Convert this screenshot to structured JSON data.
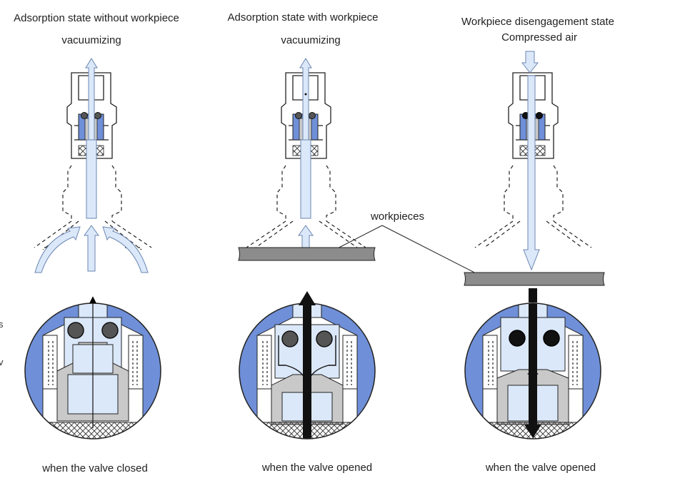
{
  "panels": [
    {
      "title_lines": [
        "Adsorption state without workpiece"
      ],
      "flow_label": "vacuumizing",
      "caption": "when the valve closed"
    },
    {
      "title_lines": [
        "Adsorption state with workpiece"
      ],
      "flow_label": "vacuumizing",
      "caption": "when the valve opened"
    },
    {
      "title_lines": [
        "Workpiece disengagement state",
        "Compressed air"
      ],
      "flow_label": "",
      "caption": "when the valve opened"
    }
  ],
  "workpiece_label": "workpieces",
  "edge_fragments": [
    "s",
    "v"
  ],
  "colors": {
    "flow_fill": "#dbe8fa",
    "flow_stroke": "#6b86b0",
    "valve_blue": "#6f8fd8",
    "valve_gray": "#c9c9c9",
    "workpiece_gray": "#8c8c8c",
    "ball": "#555555",
    "ball_dark": "#111111"
  }
}
